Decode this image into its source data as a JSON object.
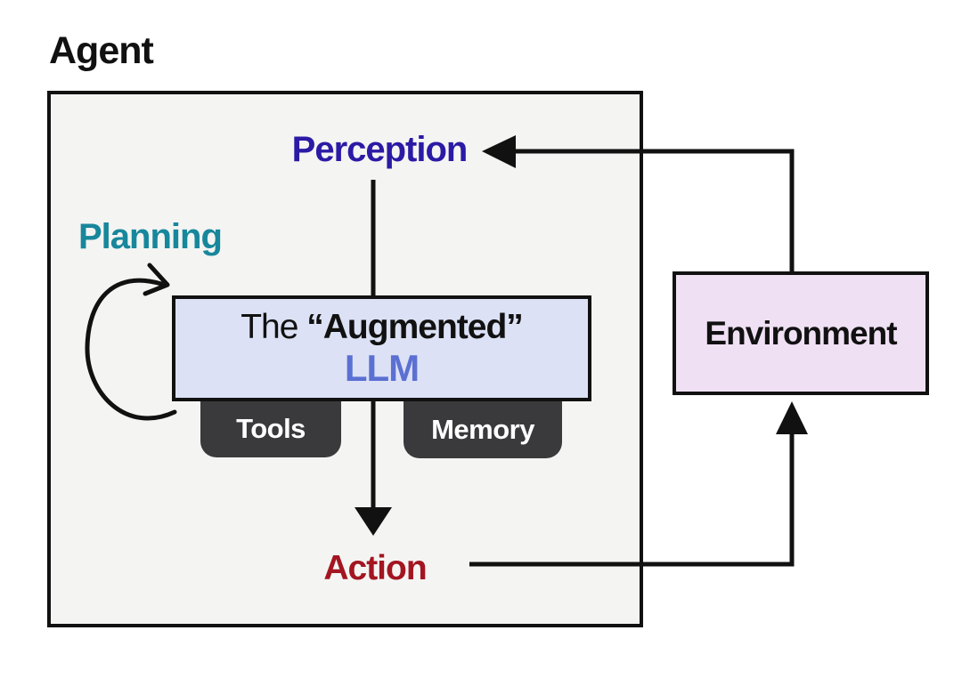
{
  "agent": {
    "title": "Agent",
    "box_fill": "#f4f4f3",
    "border_color": "#111111"
  },
  "labels": {
    "perception": "Perception",
    "planning": "Planning",
    "action": "Action"
  },
  "label_colors": {
    "perception": "#2b1aa5",
    "planning": "#17879b",
    "action": "#a31520"
  },
  "llm": {
    "line1_regular": "The ",
    "line1_bold": "“Augmented”",
    "line2": "LLM",
    "line2_color": "#5b70d2",
    "box_fill": "#dce1f5",
    "tools_label": "Tools",
    "memory_label": "Memory",
    "tab_fill": "#3a3a3c",
    "tab_text_color": "#ffffff"
  },
  "environment": {
    "label": "Environment",
    "box_fill": "#efe1f3"
  },
  "arrows": {
    "color": "#111111",
    "flows": [
      {
        "from": "Environment",
        "to": "Perception"
      },
      {
        "from": "Perception",
        "to": "Augmented LLM"
      },
      {
        "from": "Augmented LLM",
        "to": "Action"
      },
      {
        "from": "Action",
        "to": "Environment"
      },
      {
        "from": "Planning",
        "to": "Augmented LLM",
        "style": "self-loop"
      }
    ]
  }
}
